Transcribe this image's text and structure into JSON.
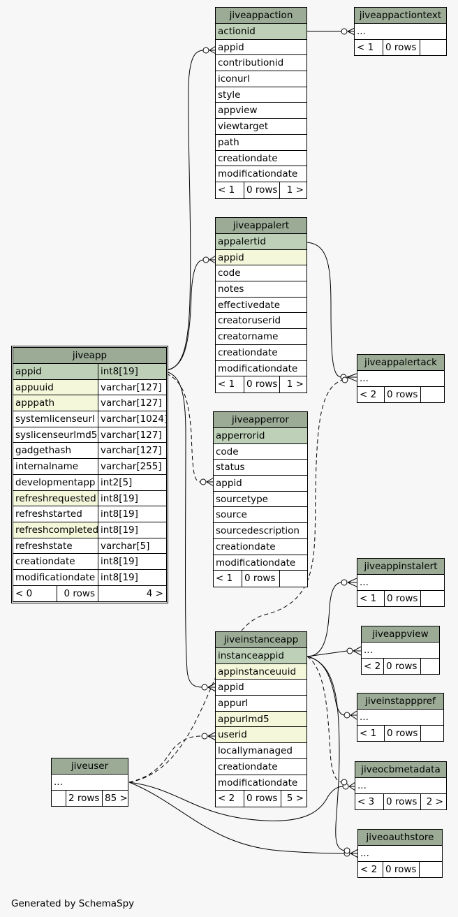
{
  "footer": "Generated by SchemaSpy",
  "tables": {
    "jiveapp": {
      "title": "jiveapp",
      "columns": [
        {
          "name": "appid",
          "type": "int8[19]",
          "kind": "pk"
        },
        {
          "name": "appuuid",
          "type": "varchar[127]",
          "kind": "idx"
        },
        {
          "name": "apppath",
          "type": "varchar[127]",
          "kind": "idx"
        },
        {
          "name": "systemlicenseurl",
          "type": "varchar[1024]",
          "kind": ""
        },
        {
          "name": "syslicenseurlmd5",
          "type": "varchar[127]",
          "kind": ""
        },
        {
          "name": "gadgethash",
          "type": "varchar[127]",
          "kind": ""
        },
        {
          "name": "internalname",
          "type": "varchar[255]",
          "kind": ""
        },
        {
          "name": "developmentapp",
          "type": "int2[5]",
          "kind": ""
        },
        {
          "name": "refreshrequested",
          "type": "int8[19]",
          "kind": "idx"
        },
        {
          "name": "refreshstarted",
          "type": "int8[19]",
          "kind": ""
        },
        {
          "name": "refreshcompleted",
          "type": "int8[19]",
          "kind": "idx"
        },
        {
          "name": "refreshstate",
          "type": "varchar[5]",
          "kind": ""
        },
        {
          "name": "creationdate",
          "type": "int8[19]",
          "kind": ""
        },
        {
          "name": "modificationdate",
          "type": "int8[19]",
          "kind": ""
        }
      ],
      "footer": [
        "< 0",
        "0 rows",
        "4 >"
      ]
    },
    "jiveappaction": {
      "title": "jiveappaction",
      "columns": [
        {
          "name": "actionid",
          "kind": "pk"
        },
        {
          "name": "appid",
          "kind": ""
        },
        {
          "name": "contributionid",
          "kind": ""
        },
        {
          "name": "iconurl",
          "kind": ""
        },
        {
          "name": "style",
          "kind": ""
        },
        {
          "name": "appview",
          "kind": ""
        },
        {
          "name": "viewtarget",
          "kind": ""
        },
        {
          "name": "path",
          "kind": ""
        },
        {
          "name": "creationdate",
          "kind": ""
        },
        {
          "name": "modificationdate",
          "kind": ""
        }
      ],
      "footer": [
        "< 1",
        "0 rows",
        "1 >"
      ]
    },
    "jiveappactiontext": {
      "title": "jiveappactiontext",
      "columns": [
        {
          "name": "...",
          "kind": ""
        }
      ],
      "footer": [
        "< 1",
        "0 rows",
        ""
      ]
    },
    "jiveappalert": {
      "title": "jiveappalert",
      "columns": [
        {
          "name": "appalertid",
          "kind": "pk"
        },
        {
          "name": "appid",
          "kind": "idx"
        },
        {
          "name": "code",
          "kind": ""
        },
        {
          "name": "notes",
          "kind": ""
        },
        {
          "name": "effectivedate",
          "kind": ""
        },
        {
          "name": "creatoruserid",
          "kind": ""
        },
        {
          "name": "creatorname",
          "kind": ""
        },
        {
          "name": "creationdate",
          "kind": ""
        },
        {
          "name": "modificationdate",
          "kind": ""
        }
      ],
      "footer": [
        "< 1",
        "0 rows",
        "1 >"
      ]
    },
    "jiveappalertack": {
      "title": "jiveappalertack",
      "columns": [
        {
          "name": "...",
          "kind": ""
        }
      ],
      "footer": [
        "< 2",
        "0 rows",
        ""
      ]
    },
    "jiveapperror": {
      "title": "jiveapperror",
      "columns": [
        {
          "name": "apperrorid",
          "kind": "pk"
        },
        {
          "name": "code",
          "kind": ""
        },
        {
          "name": "status",
          "kind": ""
        },
        {
          "name": "appid",
          "kind": ""
        },
        {
          "name": "sourcetype",
          "kind": ""
        },
        {
          "name": "source",
          "kind": ""
        },
        {
          "name": "sourcedescription",
          "kind": ""
        },
        {
          "name": "creationdate",
          "kind": ""
        },
        {
          "name": "modificationdate",
          "kind": ""
        }
      ],
      "footer": [
        "< 1",
        "0 rows",
        ""
      ]
    },
    "jiveappinstalert": {
      "title": "jiveappinstalert",
      "columns": [
        {
          "name": "...",
          "kind": ""
        }
      ],
      "footer": [
        "< 1",
        "0 rows",
        ""
      ]
    },
    "jiveappview": {
      "title": "jiveappview",
      "columns": [
        {
          "name": "...",
          "kind": ""
        }
      ],
      "footer": [
        "< 2",
        "0 rows",
        ""
      ]
    },
    "jiveinstapppref": {
      "title": "jiveinstapppref",
      "columns": [
        {
          "name": "...",
          "kind": ""
        }
      ],
      "footer": [
        "< 1",
        "0 rows",
        ""
      ]
    },
    "jiveocbmetadata": {
      "title": "jiveocbmetadata",
      "columns": [
        {
          "name": "...",
          "kind": ""
        }
      ],
      "footer": [
        "< 3",
        "0 rows",
        "2 >"
      ]
    },
    "jiveoauthstore": {
      "title": "jiveoauthstore",
      "columns": [
        {
          "name": "...",
          "kind": ""
        }
      ],
      "footer": [
        "< 2",
        "0 rows",
        ""
      ]
    },
    "jiveinstanceapp": {
      "title": "jiveinstanceapp",
      "columns": [
        {
          "name": "instanceappid",
          "kind": "pk"
        },
        {
          "name": "appinstanceuuid",
          "kind": "idx"
        },
        {
          "name": "appid",
          "kind": ""
        },
        {
          "name": "appurl",
          "kind": ""
        },
        {
          "name": "appurlmd5",
          "kind": "idx"
        },
        {
          "name": "userid",
          "kind": "idx"
        },
        {
          "name": "locallymanaged",
          "kind": ""
        },
        {
          "name": "creationdate",
          "kind": ""
        },
        {
          "name": "modificationdate",
          "kind": ""
        }
      ],
      "footer": [
        "< 2",
        "0 rows",
        "5 >"
      ]
    },
    "jiveuser": {
      "title": "jiveuser",
      "columns": [
        {
          "name": "...",
          "kind": ""
        }
      ],
      "footer": [
        "",
        "2 rows",
        "85 >"
      ]
    }
  }
}
